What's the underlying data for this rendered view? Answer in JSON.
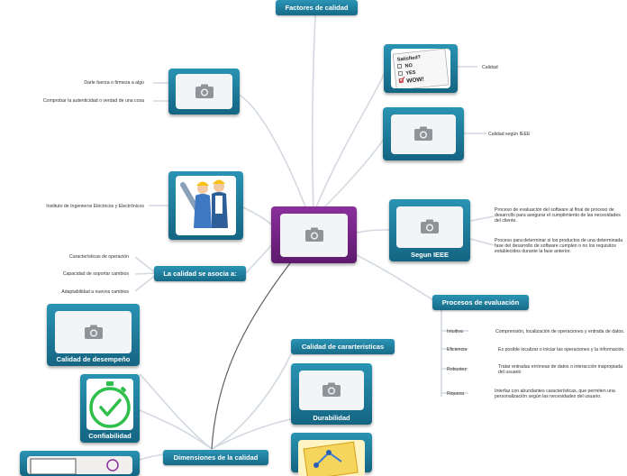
{
  "central": {
    "image": "camera-placeholder"
  },
  "factores": {
    "title": "Factores de calidad"
  },
  "calidad": {
    "label": "Calidad"
  },
  "ieee_image": {
    "label": "Calidad según IEEE"
  },
  "segun_ieee": {
    "title": "Segun IEEE",
    "notes": [
      "Proceso de evaluación del software al final de proceso de desarrollo para asegurar el cumplimiento de las necesidades del cliente.",
      "Proceso para determinar si los productos de una determinada fase del desarrollo de software cumplen o no los requisitos establecidos durante la fase anterior."
    ]
  },
  "procesos": {
    "title": "Procesos de evaluación",
    "items": [
      {
        "name": "Intuitiva",
        "desc": "Comprensión, localización de operaciones y entrada de datos."
      },
      {
        "name": "Eficiencia",
        "desc": "Es posible localizar o iniciar las operaciones y la información."
      },
      {
        "name": "Robustez",
        "desc": "Tratar entradas erróneas de datos o interacción inapropiada del usuario"
      },
      {
        "name": "Riqueza",
        "desc": "Interfaz con abundantes características, que permiten una personalización según las necesidades del usuario."
      }
    ]
  },
  "caracteristicas": {
    "title": "Calidad de cararteristicas"
  },
  "durabilidad": {
    "title": "Durabilidad"
  },
  "dimensiones": {
    "title": "Dimensiones de la calidad"
  },
  "confiabilidad": {
    "title": "Confiabilidad"
  },
  "desempeno": {
    "title": "Calidad de desempeño"
  },
  "asocia": {
    "title": "La calidad se asocia a:",
    "items": [
      "Características de operación",
      "Capacidad de soportar cambios",
      "Adaptabilidad a nuevos cambios"
    ]
  },
  "instituto": {
    "label": "Instituto de Ingenieros Eléctricos y Electrónicos"
  },
  "definiciones": {
    "items": [
      "Darle fuerza o firmeza a algo",
      "Comprobar la autenticidad o verdad de  una cosa"
    ]
  },
  "checklist": {
    "title": "Satisfied?",
    "options": [
      "NO",
      "YES",
      "WOW!"
    ]
  },
  "colors": {
    "topic": "#1d7a99",
    "central": "#6f2180",
    "line": "#cfd6de",
    "dark_line": "#5c6168"
  }
}
